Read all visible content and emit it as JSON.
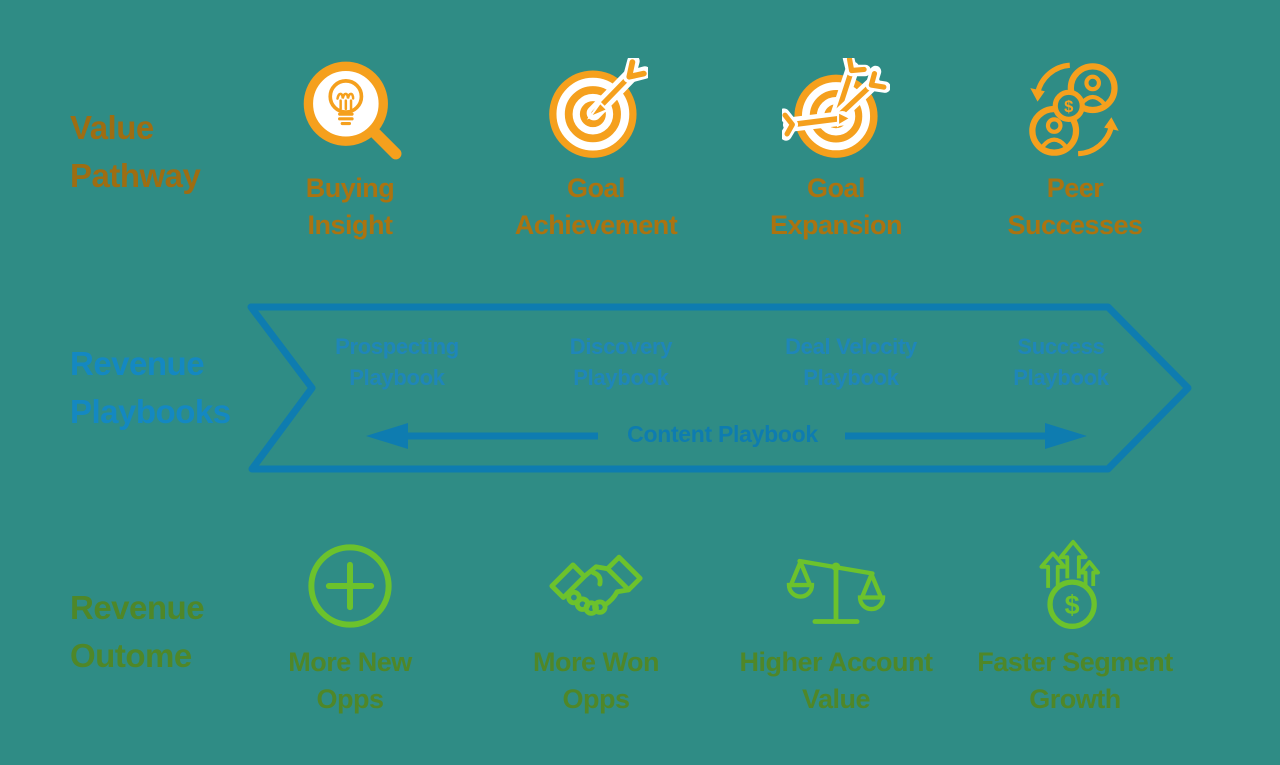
{
  "background_color": "#2F8C85",
  "palette": {
    "orange_icon": "#F5A01D",
    "orange_heading_text": "#9E6D12",
    "orange_label_text": "#AB7310",
    "blue_heading_text": "#1488C2",
    "blue_label_text": "#1F86B9",
    "blue_arrow": "#0E7CB0",
    "green_icon": "#6CC22C",
    "green_text": "#4F8728"
  },
  "value_pathway": {
    "heading_lines": [
      "Value",
      "Pathway"
    ],
    "items": [
      {
        "icon": "lightbulb-magnifier-icon",
        "lines": [
          "Buying",
          "Insight"
        ]
      },
      {
        "icon": "target-arrow-icon",
        "lines": [
          "Goal",
          "Achievement"
        ]
      },
      {
        "icon": "target-two-arrows-icon",
        "lines": [
          "Goal",
          "Expansion"
        ]
      },
      {
        "icon": "peer-successes-icon",
        "lines": [
          "Peer",
          "Successes"
        ]
      }
    ]
  },
  "revenue_playbooks": {
    "heading_lines": [
      "Revenue",
      "Playbooks"
    ],
    "playbooks": [
      {
        "lines": [
          "Prospecting",
          "Playbook"
        ]
      },
      {
        "lines": [
          "Discovery",
          "Playbook"
        ]
      },
      {
        "lines": [
          "Deal Velocity",
          "Playbook"
        ]
      },
      {
        "lines": [
          "Success",
          "Playbook"
        ]
      }
    ],
    "content_playbook_label": "Content Playbook"
  },
  "revenue_outcome": {
    "heading_lines": [
      "Revenue",
      "Outome"
    ],
    "items": [
      {
        "icon": "plus-circle-icon",
        "lines": [
          "More New",
          "Opps"
        ]
      },
      {
        "icon": "handshake-icon",
        "lines": [
          "More Won",
          "Opps"
        ]
      },
      {
        "icon": "balance-scale-icon",
        "lines": [
          "Higher Account",
          "Value"
        ]
      },
      {
        "icon": "money-growth-icon",
        "lines": [
          "Faster Segment",
          "Growth"
        ]
      }
    ]
  },
  "coin_symbols": {
    "peer_coin": "$",
    "growth_coin": "$"
  }
}
